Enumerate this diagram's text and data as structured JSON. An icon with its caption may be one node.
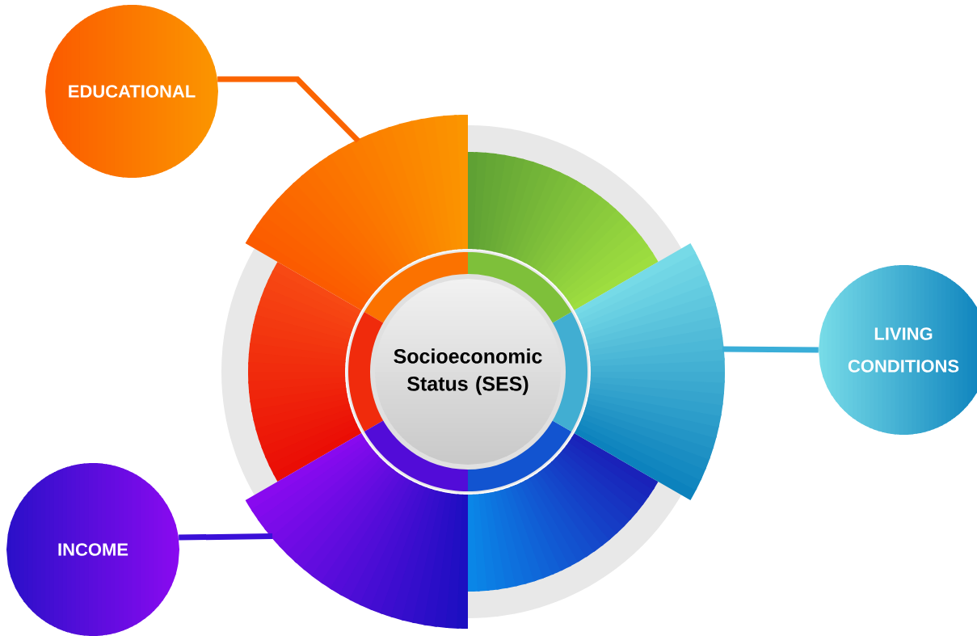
{
  "diagram": {
    "nodes": [
      {
        "text": [
          "Socioeconomic Status (SES)"
        ]
      },
      {
        "text": [
          "EDUCATIONAL"
        ]
      },
      {
        "text": [
          "LIVING CONDITIONS"
        ]
      },
      {
        "text": [
          "INCOME"
        ]
      },
      {
        "text": [],
        "shape": "sector"
      },
      {
        "text": [],
        "shape": "sector"
      },
      {
        "text": [],
        "shape": "sector"
      },
      {
        "text": [],
        "shape": "sector"
      },
      {
        "text": [],
        "shape": "sector"
      },
      {
        "text": [],
        "shape": "sector"
      }
    ],
    "edges": [
      {
        "from": 1,
        "to": 4,
        "arrow": "none",
        "color": "#fb6400"
      },
      {
        "from": 6,
        "to": 2,
        "arrow": "none",
        "color": "#3aaed8"
      },
      {
        "from": 3,
        "to": 8,
        "arrow": "none",
        "color": "#3a10d8"
      }
    ]
  }
}
